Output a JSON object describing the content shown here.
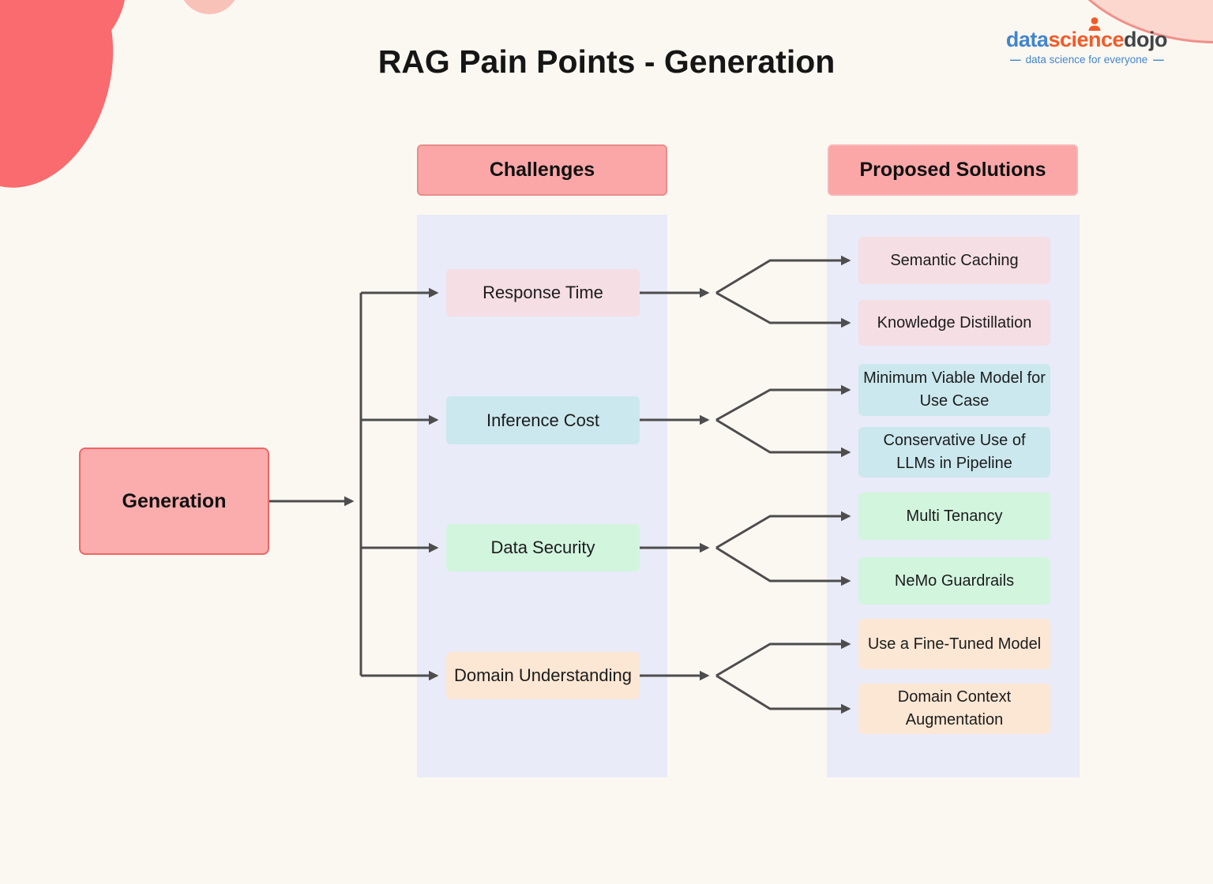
{
  "palette": {
    "background": "#FBF8F2",
    "band": "#E9EBF8",
    "header_fill": "#FBA7A7",
    "header_border_dark": "#E98C8C",
    "header_border_light": "#F9B5B5",
    "generation_fill": "#FBACAC",
    "generation_border": "#EE6666",
    "node_pink": "#F5DEE4",
    "node_blue": "#CBE8EE",
    "node_green": "#D2F5DE",
    "node_peach": "#FBE7D4",
    "connector": "#4D4D4D",
    "text_dark": "#1C1C1C",
    "blob_coral": "#F96B6E",
    "blob_pink_light": "#F9C2B8",
    "blob_topright_fill": "#FBD7CE",
    "blob_topright_stroke": "#F0908A",
    "logo_blue": "#4285CD",
    "logo_orange": "#F15B2A",
    "logo_gray": "#414549"
  },
  "title": "RAG Pain Points - Generation",
  "logo": {
    "part_data": "data",
    "part_science": "science",
    "part_dojo": "dojo",
    "tagline": "data science for everyone",
    "dash": "—",
    "person_icon": "person-icon"
  },
  "diagram": {
    "headers": {
      "challenges": "Challenges",
      "solutions": "Proposed Solutions"
    },
    "root": {
      "label": "Generation"
    },
    "challenges": [
      {
        "label": "Response Time",
        "color": "#F5DEE4"
      },
      {
        "label": "Inference Cost",
        "color": "#CBE8EE"
      },
      {
        "label": "Data Security",
        "color": "#D2F5DE"
      },
      {
        "label": "Domain Understanding",
        "color": "#FBE7D4"
      }
    ],
    "solutions": [
      {
        "label": "Semantic Caching",
        "color": "#F5DEE4",
        "parent": "Response Time"
      },
      {
        "label": "Knowledge Distillation",
        "color": "#F5DEE4",
        "parent": "Response Time"
      },
      {
        "label": "Minimum Viable Model for Use Case",
        "color": "#CBE8EE",
        "parent": "Inference Cost"
      },
      {
        "label": "Conservative Use of LLMs in Pipeline",
        "color": "#CBE8EE",
        "parent": "Inference Cost"
      },
      {
        "label": "Multi Tenancy",
        "color": "#D2F5DE",
        "parent": "Data Security"
      },
      {
        "label": "NeMo Guardrails",
        "color": "#D2F5DE",
        "parent": "Data Security"
      },
      {
        "label": "Use a Fine-Tuned Model",
        "color": "#FBE7D4",
        "parent": "Domain Understanding"
      },
      {
        "label": "Domain Context Augmentation",
        "color": "#FBE7D4",
        "parent": "Domain Understanding"
      }
    ]
  }
}
